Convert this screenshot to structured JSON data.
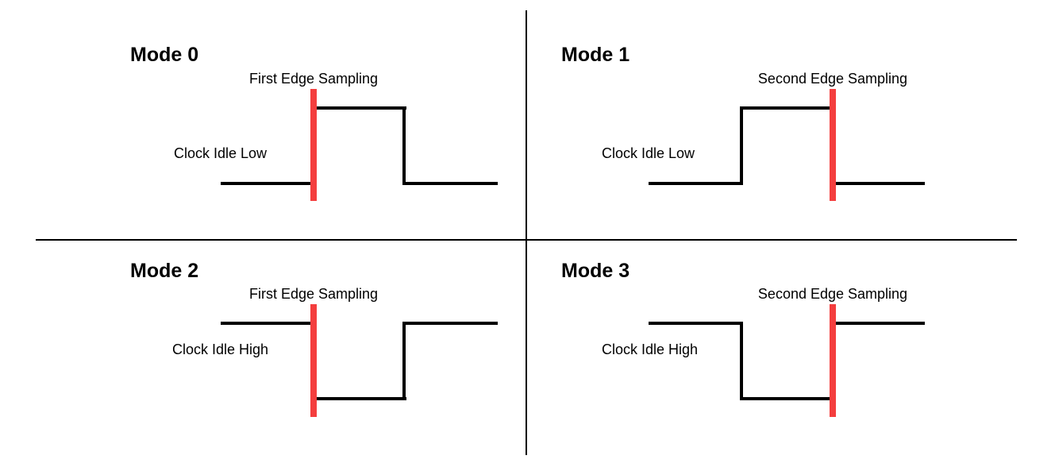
{
  "colors": {
    "waveform": "#000000",
    "sample_marker": "#F43E3E",
    "background": "#FFFFFF"
  },
  "quadrants": [
    {
      "title": "Mode 0",
      "sampling_label": "First Edge Sampling",
      "idle_label": "Clock Idle Low"
    },
    {
      "title": "Mode 1",
      "sampling_label": "Second Edge Sampling",
      "idle_label": "Clock Idle Low"
    },
    {
      "title": "Mode 2",
      "sampling_label": "First Edge Sampling",
      "idle_label": "Clock Idle High"
    },
    {
      "title": "Mode 3",
      "sampling_label": "Second Edge Sampling",
      "idle_label": "Clock Idle High"
    }
  ]
}
